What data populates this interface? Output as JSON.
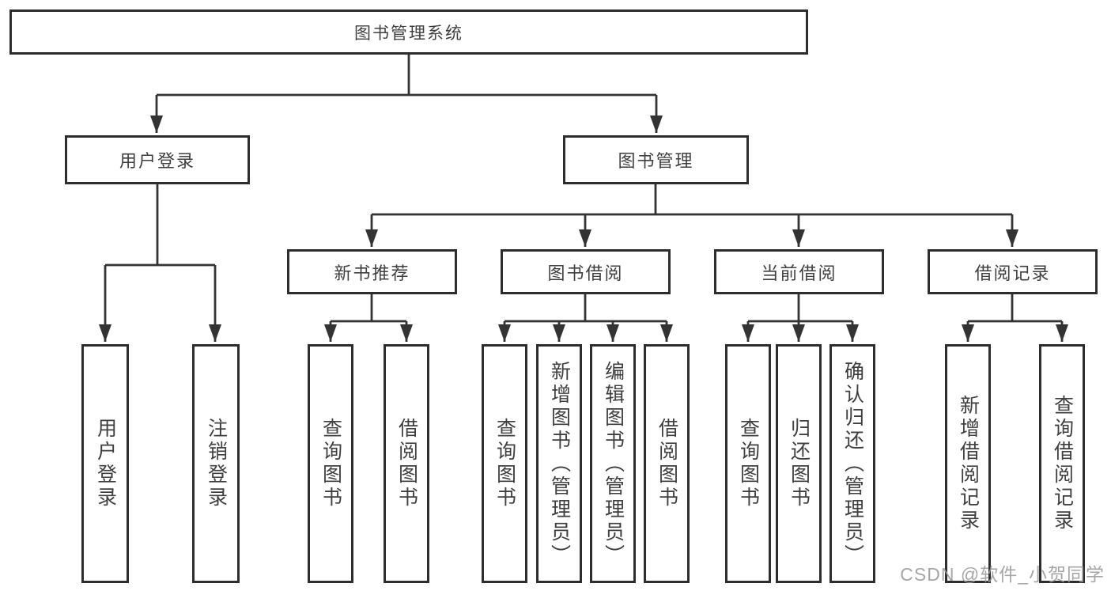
{
  "diagram": {
    "title": "图书管理系统",
    "tree": {
      "label": "图书管理系统",
      "children": [
        {
          "label": "用户登录",
          "children": [
            {
              "label": "用户登录"
            },
            {
              "label": "注销登录"
            }
          ]
        },
        {
          "label": "图书管理",
          "children": [
            {
              "label": "新书推荐",
              "children": [
                {
                  "label": "查询图书"
                },
                {
                  "label": "借阅图书"
                }
              ]
            },
            {
              "label": "图书借阅",
              "children": [
                {
                  "label": "查询图书"
                },
                {
                  "label": "新增图书（管理员）"
                },
                {
                  "label": "编辑图书（管理员）"
                },
                {
                  "label": "借阅图书"
                }
              ]
            },
            {
              "label": "当前借阅",
              "children": [
                {
                  "label": "查询图书"
                },
                {
                  "label": "归还图书"
                },
                {
                  "label": "确认归还（管理员）"
                }
              ]
            },
            {
              "label": "借阅记录",
              "children": [
                {
                  "label": "新增借阅记录"
                },
                {
                  "label": "查询借阅记录"
                }
              ]
            }
          ]
        }
      ]
    },
    "colors": {
      "box_border": "#2d2d2d",
      "connector_line": "#333333",
      "text": "#3f3f3f",
      "watermark": "#9a9a9a",
      "background": "#ffffff"
    }
  },
  "watermark": {
    "text": "CSDN @软件_小贺同学"
  }
}
